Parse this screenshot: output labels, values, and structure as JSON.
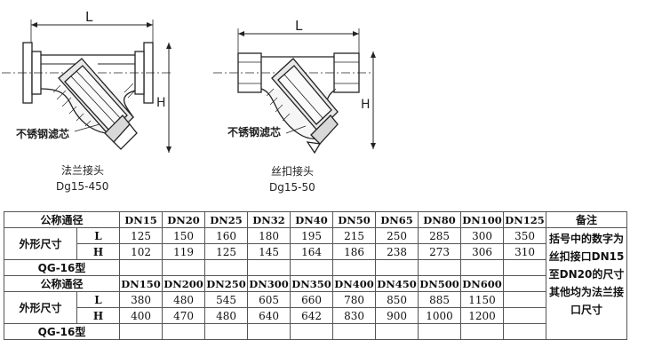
{
  "left_drawing": {
    "dim_l": "L",
    "dim_h": "H",
    "callout": "不锈钢滤芯",
    "caption_title": "法兰接头",
    "caption_range": "Dg15-450"
  },
  "right_drawing": {
    "dim_l": "L",
    "dim_h": "H",
    "callout": "不锈钢滤芯",
    "caption_title": "丝扣接头",
    "caption_range": "Dg15-50"
  },
  "table": {
    "nominal_label": "公称通径",
    "size_label": "外形尺寸",
    "model_label": "QG-16型",
    "row_l": "L",
    "row_h": "H",
    "note_header": "备注",
    "note_text": "括号中的数字为丝扣接口DN15至DN20的尺寸其他均为法兰接口尺寸",
    "block1": {
      "sizes": [
        "DN15",
        "DN20",
        "DN25",
        "DN32",
        "DN40",
        "DN50",
        "DN65",
        "DN80",
        "DN100",
        "DN125"
      ],
      "L": [
        "125",
        "150",
        "160",
        "180",
        "195",
        "215",
        "250",
        "285",
        "300",
        "350"
      ],
      "H": [
        "102",
        "119",
        "125",
        "145",
        "164",
        "186",
        "238",
        "273",
        "306",
        "310"
      ]
    },
    "block2": {
      "sizes": [
        "DN150",
        "DN200",
        "DN250",
        "DN300",
        "DN350",
        "DN400",
        "DN450",
        "DN500",
        "DN600",
        ""
      ],
      "L": [
        "380",
        "480",
        "545",
        "605",
        "660",
        "780",
        "850",
        "885",
        "1150",
        ""
      ],
      "H": [
        "400",
        "470",
        "480",
        "640",
        "642",
        "830",
        "900",
        "1000",
        "1200",
        ""
      ]
    }
  }
}
